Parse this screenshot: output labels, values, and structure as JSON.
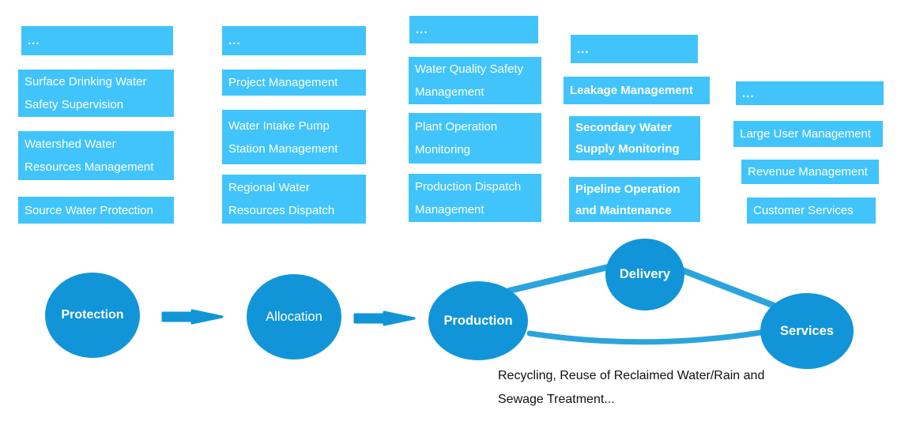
{
  "palette": {
    "box_blue": "#41C4FB",
    "node_blue": "#1195D8",
    "link_blue": "#2BA4DD",
    "box_text": "#FFFFFF",
    "note_text": "#111111"
  },
  "columns": [
    {
      "header": "...",
      "items": [
        {
          "lines": [
            "Surface Drinking Water",
            "Safety Supervision"
          ]
        },
        {
          "lines": [
            "Watershed Water",
            "Resources Management"
          ]
        },
        {
          "lines": [
            "Source Water Protection"
          ]
        }
      ]
    },
    {
      "header": "...",
      "items": [
        {
          "lines": [
            "Project Management"
          ]
        },
        {
          "lines": [
            "Water Intake Pump",
            "Station Management"
          ]
        },
        {
          "lines": [
            "Regional Water",
            "Resources Dispatch"
          ]
        }
      ]
    },
    {
      "header": "...",
      "items": [
        {
          "lines": [
            "Water Quality Safety",
            "Management"
          ]
        },
        {
          "lines": [
            "Plant Operation",
            "Monitoring"
          ]
        },
        {
          "lines": [
            "Production Dispatch",
            "Management"
          ]
        }
      ]
    },
    {
      "header": "...",
      "items": [
        {
          "lines": [
            "Leakage Management"
          ]
        },
        {
          "lines": [
            "Secondary Water",
            "Supply Monitoring"
          ]
        },
        {
          "lines": [
            "Pipeline Operation",
            "and Maintenance"
          ]
        }
      ]
    },
    {
      "header": "...",
      "items": [
        {
          "lines": [
            "Large User Management"
          ]
        },
        {
          "lines": [
            "Revenue Management"
          ]
        },
        {
          "lines": [
            "Customer Services"
          ]
        }
      ]
    }
  ],
  "flow": {
    "nodes": [
      {
        "label": "Protection"
      },
      {
        "label": "Allocation"
      },
      {
        "label": "Production"
      },
      {
        "label": "Delivery"
      },
      {
        "label": "Services"
      }
    ],
    "note": {
      "line1": "Recycling, Reuse of Reclaimed Water/Rain and",
      "line2": "Sewage Treatment..."
    }
  }
}
